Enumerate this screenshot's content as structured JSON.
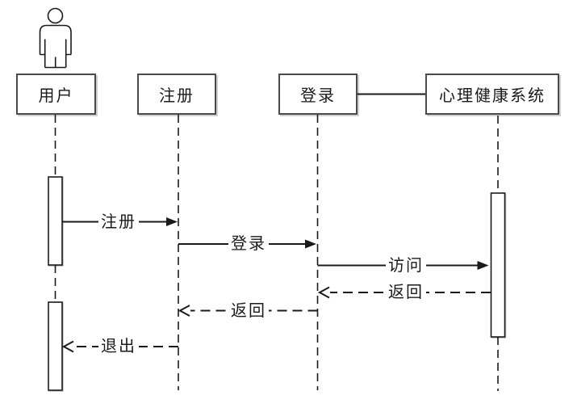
{
  "diagram": {
    "kind": "uml-sequence-diagram"
  },
  "participants": [
    {
      "label": "用户",
      "type": "actor",
      "icon": "person-icon"
    },
    {
      "label": "注册",
      "type": "object"
    },
    {
      "label": "登录",
      "type": "object"
    },
    {
      "label": "心理健康系统",
      "type": "object"
    }
  ],
  "association": {
    "from": "登录",
    "to": "心理健康系统",
    "style": "solid-line"
  },
  "messages": [
    {
      "label": "注册",
      "from": "用户",
      "to": "注册",
      "line": "solid",
      "arrowhead": "filled"
    },
    {
      "label": "登录",
      "from": "注册",
      "to": "登录",
      "line": "solid",
      "arrowhead": "filled"
    },
    {
      "label": "访问",
      "from": "登录",
      "to": "心理健康系统",
      "line": "solid",
      "arrowhead": "filled"
    },
    {
      "label": "返回",
      "from": "心理健康系统",
      "to": "登录",
      "line": "dashed",
      "arrowhead": "open"
    },
    {
      "label": "返回",
      "from": "登录",
      "to": "注册",
      "line": "dashed",
      "arrowhead": "open"
    },
    {
      "label": "退出",
      "from": "注册",
      "to": "用户",
      "line": "dashed",
      "arrowhead": "open"
    }
  ],
  "colors": {
    "line": "#1a1a1a",
    "box_border": "#4a4a4a",
    "background": "#ffffff",
    "text": "#1a1a1a"
  }
}
